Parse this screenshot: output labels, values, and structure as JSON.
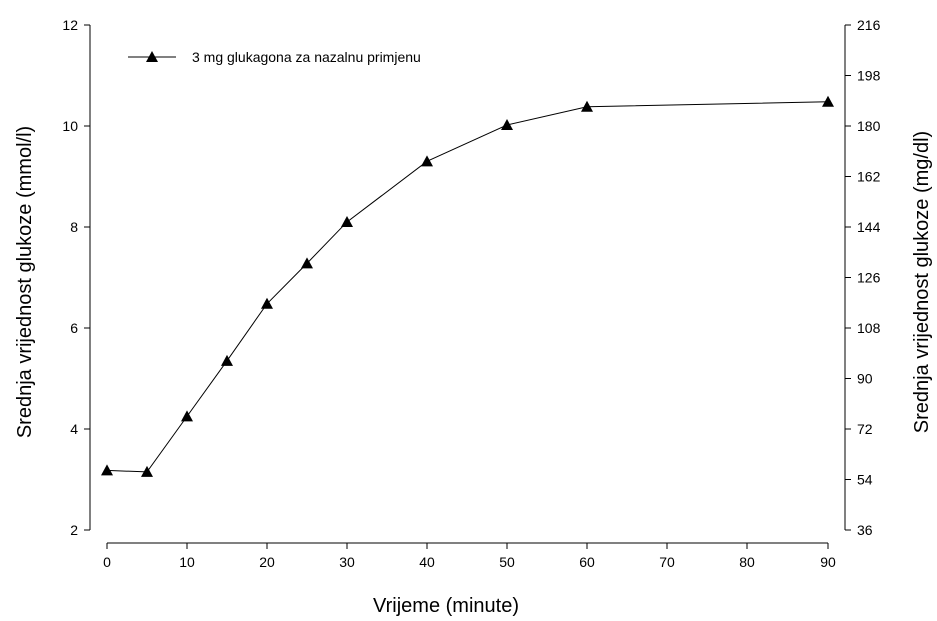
{
  "chart_data": {
    "type": "line",
    "xlabel": "Vrijeme (minute)",
    "ylabel": "Srednja vrijednost glukoze (mmol/l)",
    "ylabel_right": "Srednja vrijednost glukoze (mg/dl)",
    "x_tick_labels": [
      "0",
      "10",
      "20",
      "30",
      "40",
      "50",
      "60",
      "70",
      "80",
      "90"
    ],
    "y_ticks": [
      2,
      4,
      6,
      8,
      10,
      12
    ],
    "y_ticks_right": [
      36,
      54,
      72,
      90,
      108,
      126,
      144,
      162,
      180,
      198,
      216
    ],
    "ylim": [
      2,
      12
    ],
    "ylim_right": [
      36,
      216
    ],
    "legend_position": "top-left",
    "series": [
      {
        "name": "3 mg glukagona za nazalnu primjenu",
        "marker": "triangle",
        "color": "#000000",
        "points": [
          {
            "x": 0,
            "y": 3.18
          },
          {
            "x": 5,
            "y": 3.15
          },
          {
            "x": 10,
            "y": 4.25
          },
          {
            "x": 15,
            "y": 5.35
          },
          {
            "x": 20,
            "y": 6.48
          },
          {
            "x": 25,
            "y": 7.28
          },
          {
            "x": 30,
            "y": 8.1
          },
          {
            "x": 40,
            "y": 9.3
          },
          {
            "x": 50,
            "y": 10.02
          },
          {
            "x": 60,
            "y": 10.38
          },
          {
            "x": 90,
            "y": 10.48
          }
        ]
      }
    ]
  }
}
